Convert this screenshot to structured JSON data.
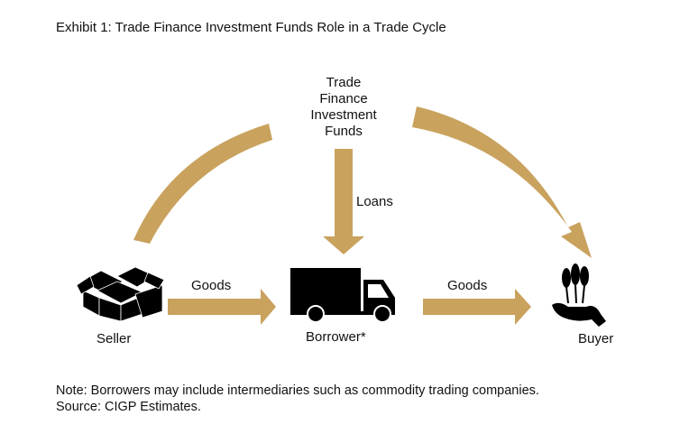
{
  "title": "Exhibit 1: Trade Finance Investment Funds Role in a Trade Cycle",
  "nodes": {
    "funds": [
      "Trade",
      "Finance",
      "Investment",
      "Funds"
    ],
    "seller": "Seller",
    "borrower": "Borrower*",
    "buyer": "Buyer"
  },
  "edges": {
    "loans": "Loans",
    "goods_1": "Goods",
    "goods_2": "Goods"
  },
  "footer": {
    "note": "Note: Borrowers may include intermediaries such as commodity trading companies.",
    "source": "Source: CIGP Estimates."
  },
  "colors": {
    "arrow": "#C9A25E",
    "icon": "#000000"
  },
  "icons": [
    "boxes-icon",
    "truck-icon",
    "wheat-hand-icon"
  ]
}
